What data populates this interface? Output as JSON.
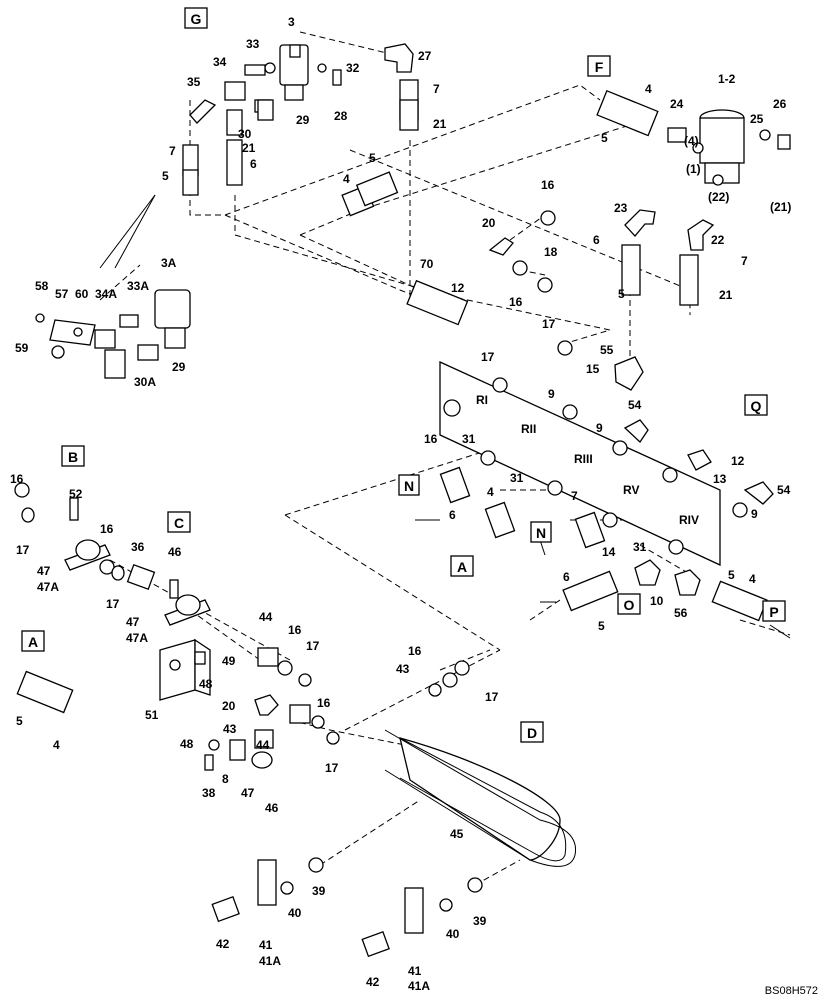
{
  "diagram": {
    "drawing_code": "BS08H572",
    "view_labels": [
      "G",
      "F",
      "Q",
      "B",
      "C",
      "N",
      "N",
      "A",
      "A",
      "O",
      "P",
      "D"
    ],
    "part_numbers": [
      "3",
      "33",
      "27",
      "34",
      "32",
      "35",
      "29",
      "28",
      "7",
      "30",
      "21",
      "21",
      "6",
      "7",
      "5",
      "1-2",
      "4",
      "24",
      "25",
      "26",
      "5",
      "(4)",
      "(1)",
      "(22)",
      "(21)",
      "23",
      "22",
      "16",
      "20",
      "18",
      "5",
      "4",
      "7",
      "6",
      "5",
      "21",
      "16",
      "17",
      "70",
      "12",
      "58",
      "57",
      "60",
      "33A",
      "3A",
      "34A",
      "59",
      "29",
      "30A",
      "55",
      "15",
      "17",
      "9",
      "54",
      "RI",
      "16",
      "RII",
      "31",
      "9",
      "12",
      "RIII",
      "13",
      "54",
      "31",
      "RV",
      "4",
      "6",
      "9",
      "7",
      "14",
      "RIV",
      "31",
      "16",
      "52",
      "17",
      "47",
      "47A",
      "16",
      "17",
      "36",
      "46",
      "47",
      "47A",
      "6",
      "10",
      "5",
      "4",
      "56",
      "5",
      "44",
      "16",
      "17",
      "49",
      "48",
      "51",
      "5",
      "4",
      "20",
      "43",
      "44",
      "16",
      "48",
      "8",
      "38",
      "47",
      "46",
      "17",
      "16",
      "43",
      "17",
      "45",
      "39",
      "40",
      "42",
      "41",
      "41A",
      "39",
      "40",
      "42",
      "41",
      "41A"
    ]
  }
}
